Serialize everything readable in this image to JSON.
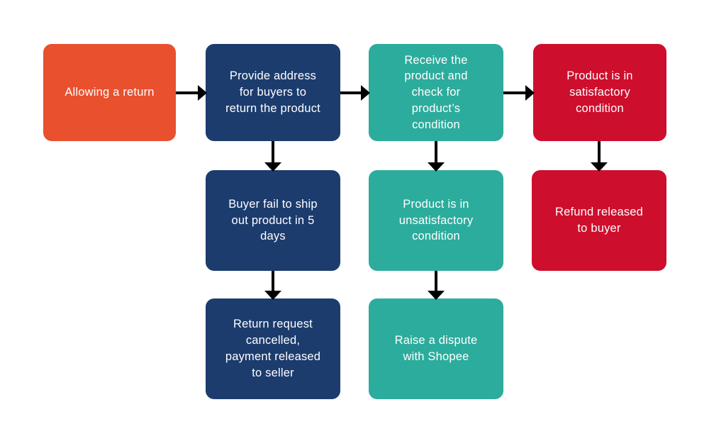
{
  "palette": {
    "orange": "#E8502E",
    "navy": "#1C3C6E",
    "teal": "#2CAC9C",
    "red": "#CE0E2D",
    "arrow": "#000000",
    "background": "#FFFFFF",
    "text": "#FFFFFF"
  },
  "nodes": [
    {
      "id": "allow-return",
      "label": "Allowing a return",
      "color": "#E8502E"
    },
    {
      "id": "provide-address",
      "label": "Provide address\nfor buyers to\nreturn the product",
      "color": "#1C3C6E"
    },
    {
      "id": "receive-check",
      "label": "Receive the\nproduct and\ncheck for\nproduct’s\ncondition",
      "color": "#2CAC9C"
    },
    {
      "id": "satisfactory",
      "label": "Product is in\nsatisfactory\ncondition",
      "color": "#CE0E2D"
    },
    {
      "id": "buyer-fail-ship",
      "label": "Buyer fail to ship\nout product in 5\ndays",
      "color": "#1C3C6E"
    },
    {
      "id": "unsatisfactory",
      "label": "Product is in\nunsatisfactory\ncondition",
      "color": "#2CAC9C"
    },
    {
      "id": "refund-released",
      "label": "Refund released\nto buyer",
      "color": "#CE0E2D"
    },
    {
      "id": "return-cancelled",
      "label": "Return request\ncancelled,\npayment released\nto seller",
      "color": "#1C3C6E"
    },
    {
      "id": "raise-dispute",
      "label": "Raise a dispute\nwith Shopee",
      "color": "#2CAC9C"
    }
  ],
  "edges": [
    {
      "from": "allow-return",
      "to": "provide-address",
      "direction": "right"
    },
    {
      "from": "provide-address",
      "to": "receive-check",
      "direction": "right"
    },
    {
      "from": "receive-check",
      "to": "satisfactory",
      "direction": "right"
    },
    {
      "from": "provide-address",
      "to": "buyer-fail-ship",
      "direction": "down"
    },
    {
      "from": "receive-check",
      "to": "unsatisfactory",
      "direction": "down"
    },
    {
      "from": "satisfactory",
      "to": "refund-released",
      "direction": "down"
    },
    {
      "from": "buyer-fail-ship",
      "to": "return-cancelled",
      "direction": "down"
    },
    {
      "from": "unsatisfactory",
      "to": "raise-dispute",
      "direction": "down"
    }
  ]
}
